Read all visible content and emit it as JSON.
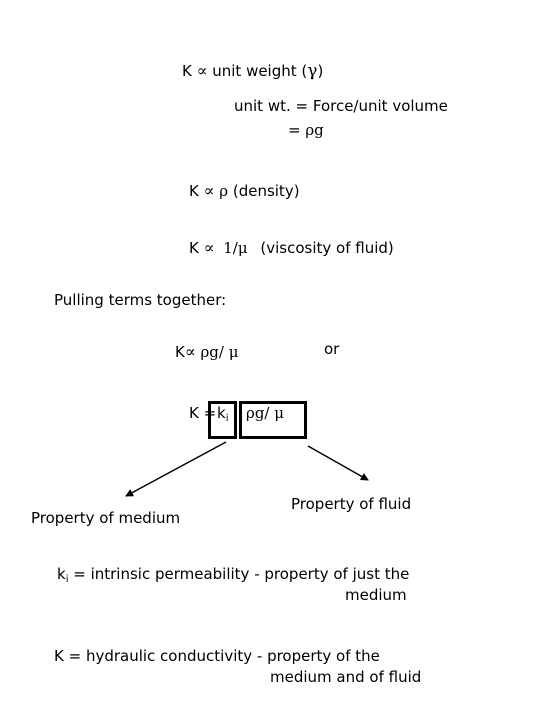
{
  "lines": {
    "k_unit_weight": {
      "k": "K",
      "prop": "∝",
      "text": "unit weight (",
      "symbol": "γ",
      "close": ")"
    },
    "unit_wt_def": "unit wt. = Force/unit volume",
    "rho_g_eq": {
      "eq": "=",
      "symbol": "ρg"
    },
    "k_density": {
      "k": "K",
      "prop": "∝",
      "symbol": "ρ",
      "text": "(density)"
    },
    "k_viscosity": {
      "k": "K",
      "prop": "∝",
      "symbol": "1/μ",
      "text": "(viscosity of fluid)"
    },
    "pulling": "Pulling terms together:",
    "k_rho_g_mu": {
      "k": "K",
      "prop": "∝",
      "expr": "ρg/ μ"
    },
    "or": "or",
    "k_equals": {
      "lhs": "K =",
      "ki_k": "k",
      "ki_sub": "i",
      "expr": "ρg/ μ"
    }
  },
  "labels": {
    "property_medium": "Property of medium",
    "property_fluid": "Property of fluid"
  },
  "definitions": {
    "ki_line1": {
      "k": "k",
      "sub": "i",
      "text": " = intrinsic permeability - property of just the"
    },
    "ki_line2": "medium",
    "k_line1": "K = hydraulic conductivity - property of the",
    "k_line2": "medium and of fluid"
  }
}
